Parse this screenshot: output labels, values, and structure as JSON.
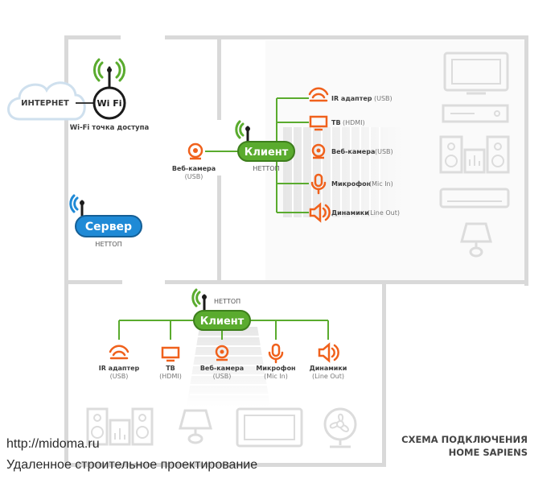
{
  "internet_label": "ИНТЕРНЕТ",
  "wifi": {
    "logo": "Wi Fi",
    "caption": "Wi-Fi точка доступа"
  },
  "server": {
    "label": "Сервер",
    "sub": "НЕТТОП"
  },
  "client_top": {
    "label": "Клиент",
    "sub": "НЕТТОП",
    "webcam_left": {
      "name": "Веб-камера",
      "port": "(USB)"
    },
    "items": [
      {
        "name": "IR адаптер",
        "port": "(USB)"
      },
      {
        "name": "ТВ",
        "port": "(HDMI)"
      },
      {
        "name": "Веб-камера",
        "port": "(USB)"
      },
      {
        "name": "Микрофон",
        "port": "(Mic In)"
      },
      {
        "name": "Динамики",
        "port": "(Line Out)"
      }
    ]
  },
  "client_bottom": {
    "label": "Клиент",
    "sub": "НЕТТОП",
    "items": [
      {
        "name": "IR адаптер",
        "port": "(USB)"
      },
      {
        "name": "ТВ",
        "port": "(HDMI)"
      },
      {
        "name": "Веб-камера",
        "port": "(USB)"
      },
      {
        "name": "Микрофон",
        "port": "(Mic In)"
      },
      {
        "name": "Динамики",
        "port": "(Line Out)"
      }
    ]
  },
  "scheme_title": {
    "line1": "СХЕМА ПОДКЛЮЧЕНИЯ",
    "line2": "HOME SAPIENS"
  },
  "watermark": {
    "url": "http://midoma.ru",
    "text": "Удаленное строительное проектирование"
  },
  "colors": {
    "green": "#5aab2e",
    "blue": "#1f8ad6",
    "orange": "#f0611c",
    "wall": "#d9d9d9",
    "furniture": "#dedede",
    "text": "#3b3b3b"
  }
}
